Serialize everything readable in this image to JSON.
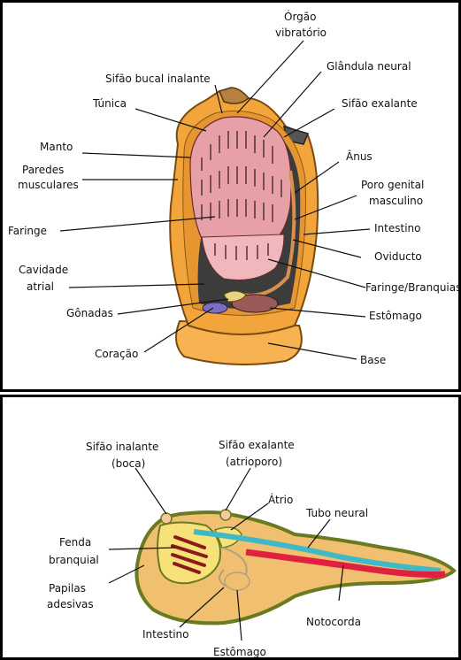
{
  "top_diagram": {
    "labels": {
      "orgao_vibratorio": [
        "Órgão",
        "vibratório"
      ],
      "sifao_bucal": "Sifão bucal inalante",
      "glandula_neural": "Glândula neural",
      "tunica": "Túnica",
      "sifao_exalante": "Sifão exalante",
      "manto": "Manto",
      "anus": "Ânus",
      "paredes_musculares": [
        "Paredes",
        "musculares"
      ],
      "poro_genital": [
        "Poro genital",
        "masculino"
      ],
      "faringe": "Faringe",
      "intestino": "Intestino",
      "oviducto": "Oviducto",
      "cavidade_atrial": [
        "Cavidade",
        "atrial"
      ],
      "faringe_branquias": "Faringe/Branquias",
      "gonadas": "Gônadas",
      "estomago": "Estômago",
      "coracao": "Coração",
      "base": "Base"
    },
    "colors": {
      "tunic": "#f2a53a",
      "pharynx": "#e8a0a8",
      "slits": "#4a2a2a",
      "atrium": "#3c3c3c",
      "base": "#f7b352"
    }
  },
  "bottom_diagram": {
    "labels": {
      "sifao_inalante": [
        "Sifão inalante",
        "(boca)"
      ],
      "sifao_exalante": [
        "Sifão exalante",
        "(atrioporo)"
      ],
      "atrio": "Átrio",
      "tubo_neural": "Tubo neural",
      "fenda_branquial": [
        "Fenda",
        "branquial"
      ],
      "papilas_adesivas": [
        "Papilas",
        "adesivas"
      ],
      "notocorda": "Notocorda",
      "intestino": "Intestino",
      "estomago": "Estômago"
    },
    "colors": {
      "body": "#f0c070",
      "outline": "#6a7a20",
      "neural_tube": "#40b8c8",
      "notochord": "#e02040",
      "pharynx": "#f7e27a",
      "slits": "#8b1a1a"
    }
  }
}
